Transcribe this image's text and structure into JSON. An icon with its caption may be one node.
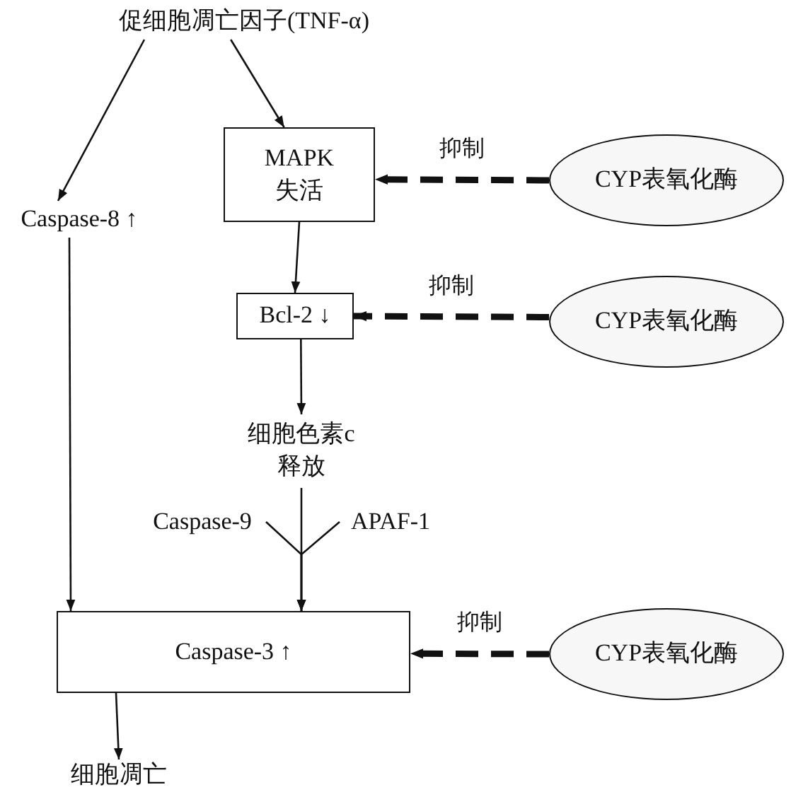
{
  "diagram": {
    "nodes": [
      {
        "text": [
          "促细胞凋亡因子(TNF-α)"
        ]
      },
      {
        "text": [
          "MAPK 失活"
        ]
      },
      {
        "text": [
          "Caspase-8 ↑"
        ]
      },
      {
        "text": [
          "Bcl-2 ↓"
        ]
      },
      {
        "text": [
          "细胞色素c释放"
        ]
      },
      {
        "text": [
          "Caspase-9"
        ]
      },
      {
        "text": [
          "APAF-1"
        ]
      },
      {
        "text": [
          "Caspase-3 ↑"
        ]
      },
      {
        "text": [
          "细胞凋亡"
        ]
      },
      {
        "text": [
          "CYP表氧化酶"
        ]
      },
      {
        "text": [
          "CYP表氧化酶"
        ]
      },
      {
        "text": [
          "CYP表氧化酶"
        ]
      }
    ],
    "edges": [
      {
        "from": 0,
        "to": 2,
        "arrow": "to"
      },
      {
        "from": 0,
        "to": 1,
        "arrow": "to"
      },
      {
        "from": 1,
        "to": 3,
        "arrow": "to"
      },
      {
        "from": 3,
        "to": 4,
        "arrow": "to"
      },
      {
        "from": 2,
        "to": 7,
        "arrow": "to"
      },
      {
        "from": 5,
        "to": 7,
        "arrow": "to"
      },
      {
        "from": 6,
        "to": 7,
        "arrow": "to"
      },
      {
        "from": 4,
        "to": 7,
        "arrow": "to"
      },
      {
        "from": 7,
        "to": 8,
        "arrow": "to"
      },
      {
        "from": 9,
        "to": 1,
        "arrow": "to",
        "label": "抑制",
        "style": "dashed"
      },
      {
        "from": 10,
        "to": 3,
        "arrow": "to",
        "label": "抑制",
        "style": "dashed"
      },
      {
        "from": 11,
        "to": 7,
        "arrow": "to",
        "label": "抑制",
        "style": "dashed"
      }
    ]
  }
}
